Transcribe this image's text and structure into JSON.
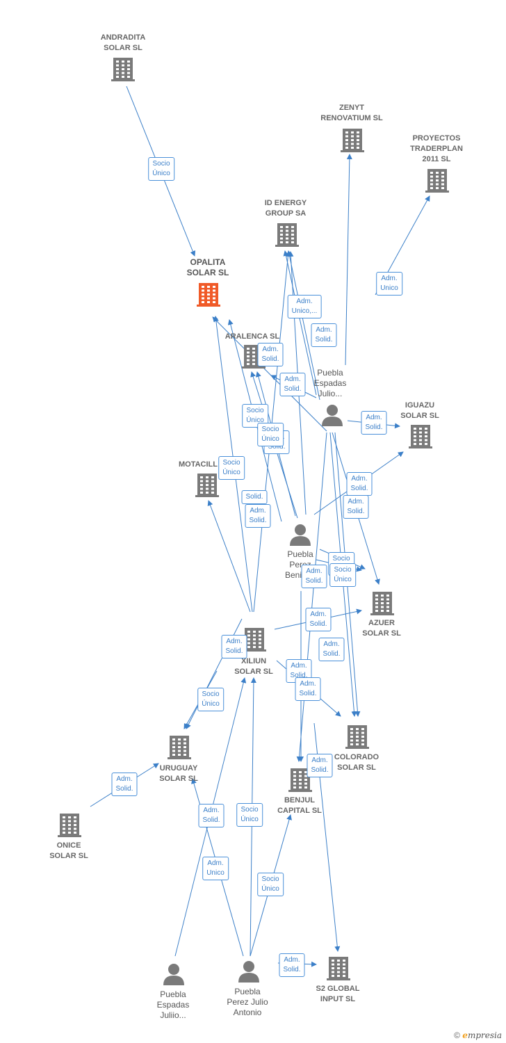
{
  "nodes": {
    "andradita": {
      "label": "ANDRADITA\nSOLAR  SL",
      "kind": "company"
    },
    "opalita": {
      "label": "OPALITA\nSOLAR  SL",
      "kind": "company-main"
    },
    "zenyt": {
      "label": "ZENYT\nRENOVATIUM SL",
      "kind": "company"
    },
    "proyectos": {
      "label": "PROYECTOS\nTRADERPLAN\n2011  SL",
      "kind": "company"
    },
    "id_energy": {
      "label": "ID ENERGY\nGROUP SA",
      "kind": "company"
    },
    "aralenca": {
      "label": "ARALENCA SL",
      "kind": "company"
    },
    "puebla_espadas_julio": {
      "label": "Puebla\nEspadas\nJulio...",
      "kind": "person"
    },
    "iguazu": {
      "label": "IGUAZU\nSOLAR  SL",
      "kind": "company"
    },
    "motacill": {
      "label": "MOTACILL",
      "kind": "company"
    },
    "puebla_perez_benito": {
      "label": "Puebla\nPerez\nBenito...",
      "kind": "person"
    },
    "azuer": {
      "label": "AZUER\nSOLAR  SL",
      "kind": "company"
    },
    "xiliun": {
      "label": "XILIUN\nSOLAR  SL",
      "kind": "company"
    },
    "uruguay": {
      "label": "URUGUAY\nSOLAR SL",
      "kind": "company"
    },
    "colorado": {
      "label": "COLORADO\nSOLAR  SL",
      "kind": "company"
    },
    "benjul": {
      "label": "BENJUL\nCAPITAL  SL",
      "kind": "company"
    },
    "onice": {
      "label": "ONICE\nSOLAR  SL",
      "kind": "company"
    },
    "puebla_espadas_juliio": {
      "label": "Puebla\nEspadas\nJuliio...",
      "kind": "person"
    },
    "puebla_perez_julio_antonio": {
      "label": "Puebla\nPerez Julio\nAntonio",
      "kind": "person"
    },
    "s2_global": {
      "label": "S2 GLOBAL\nINPUT  SL",
      "kind": "company"
    }
  },
  "edge_labels": [
    "Socio\nÚnico",
    "Adm.\nUnico",
    "Adm.\nSolid.",
    "Adm.\nUnico,...",
    "Adm.\nSolid.",
    "Adm.\nSolid.",
    "Adm.\nSolid.",
    "Adm.\nSolid.",
    "Socio\nÚnico",
    "Socio\nÚnico",
    "Socio\nÚnico",
    "Solid.",
    "Adm.\nSolid.",
    "Adm.\nSolid.",
    "Adm.\nSolid.",
    "Socio\nÚnico",
    "Socio\nÚnico",
    "Adm.\nSolid.",
    "Adm.\nSolid.",
    "Adm.\nSolid.",
    "Adm.\nSolid.",
    "Adm.\nSolid.",
    "Socio\nÚnico",
    "Adm.\nSolid.",
    "Adm.\nSolid.",
    "Socio\nÚnico",
    "Adm.\nUnico",
    "Socio\nÚnico",
    "Adm.\nSolid.",
    "Adm.\nSolid.",
    "Adm.\nSolid.",
    "Adm.\nSolid.",
    "Adm.\nUnico,..."
  ],
  "colors": {
    "edge": "#3b7fc8",
    "company": "#7a7a7a",
    "main_company": "#f05a28",
    "person": "#7a7a7a"
  },
  "footer": {
    "copyright": "©",
    "brand": "mpresia",
    "brand_initial": "e"
  }
}
